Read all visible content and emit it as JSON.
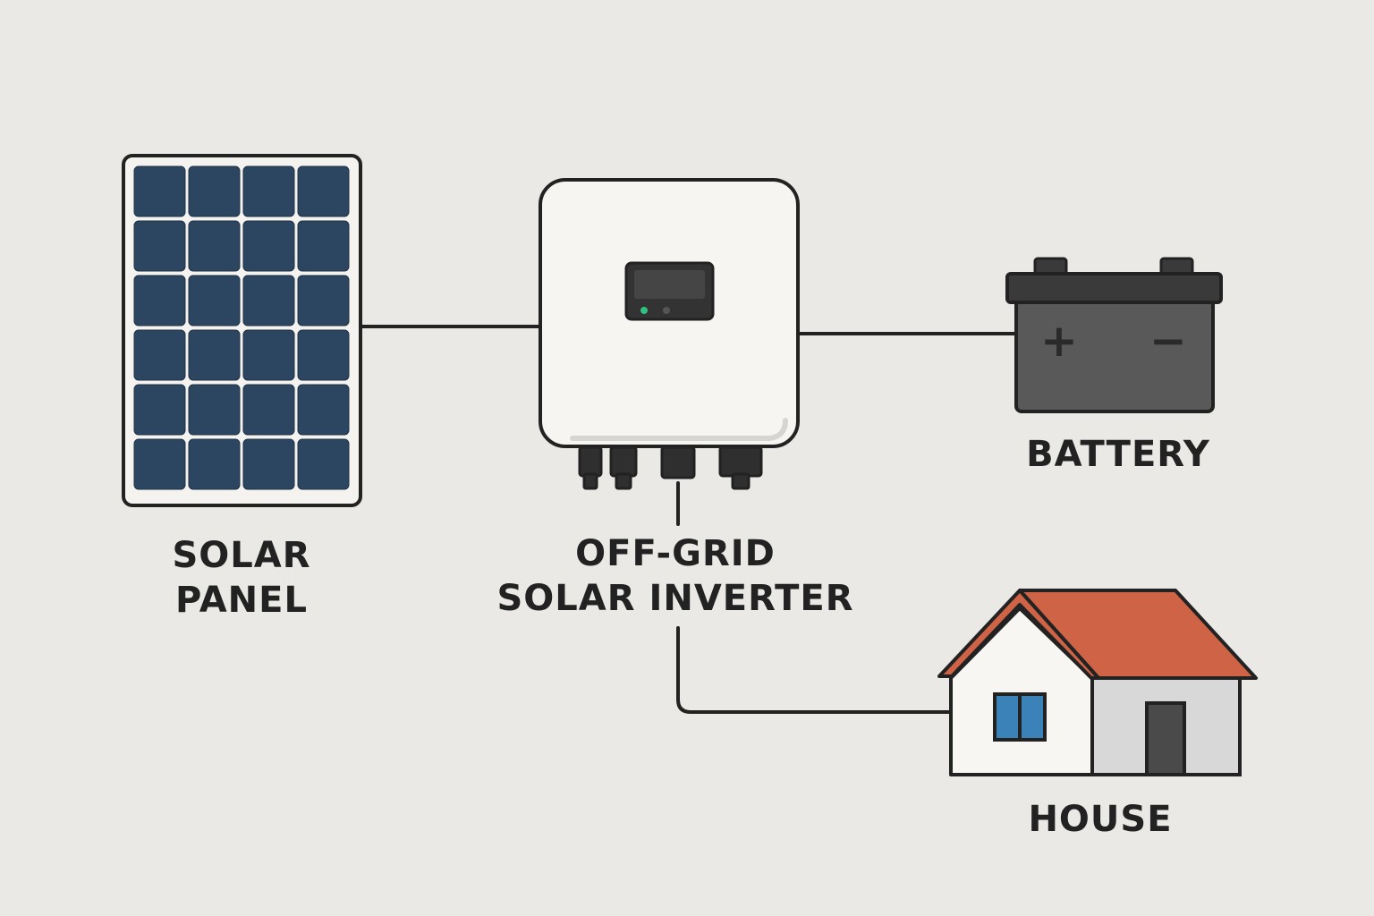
{
  "components": {
    "solar_panel": {
      "label_line1": "SOLAR",
      "label_line2": "PANEL"
    },
    "inverter": {
      "label_line1": "OFF-GRID",
      "label_line2": "SOLAR INVERTER"
    },
    "battery": {
      "label": "BATTERY",
      "positive_symbol": "+",
      "negative_symbol": "−"
    },
    "house": {
      "label": "HOUSE"
    }
  },
  "colors": {
    "background": "#ebe9e6",
    "outline": "#222222",
    "solar_cell": "#2c4560",
    "inverter_body": "#f6f5f2",
    "inverter_display": "#333333",
    "inverter_led": "#2ec27e",
    "battery_body": "#595959",
    "roof": "#cf6346",
    "wall_front": "#f7f6f3",
    "wall_side": "#d8d8d8",
    "window": "#3b82b8",
    "door": "#4a4a4a"
  },
  "icons": [
    "solar-panel-icon",
    "inverter-icon",
    "battery-icon",
    "house-icon"
  ]
}
